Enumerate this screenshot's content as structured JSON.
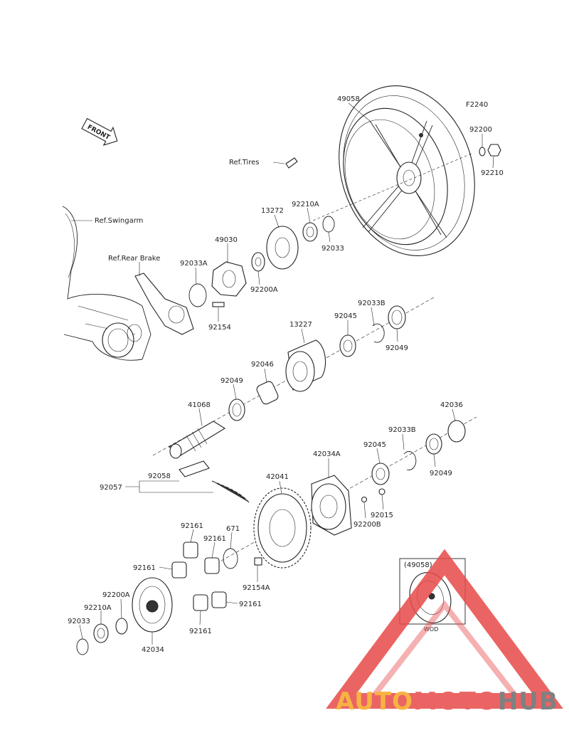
{
  "diagram_id": "F2240",
  "front_label": "FRONT",
  "refs": {
    "tires": "Ref.Tires",
    "swingarm": "Ref.Swingarm",
    "rear_brake": "Ref.Rear Brake"
  },
  "parts": {
    "p49058": "49058",
    "p92200": "92200",
    "p92210": "92210",
    "p13272": "13272",
    "p92210A": "92210A",
    "p92033": "92033",
    "p49030": "49030",
    "p92033A": "92033A",
    "p92200A": "92200A",
    "p92154": "92154",
    "p92033B_top": "92033B",
    "p92045_top": "92045",
    "p13227": "13227",
    "p92049_top": "92049",
    "p92046": "92046",
    "p92049_mid": "92049",
    "p41068": "41068",
    "p42036": "42036",
    "p92033B_mid": "92033B",
    "p92045_mid": "92045",
    "p42034A": "42034A",
    "p92049_right": "92049",
    "p92015": "92015",
    "p92200B": "92200B",
    "p42041": "42041",
    "p92058": "92058",
    "p92057": "92057",
    "p92161_a": "92161",
    "p92161_b": "92161",
    "p671": "671",
    "p92161_c": "92161",
    "p92154A": "92154A",
    "p92161_d": "92161",
    "p92161_e": "92161",
    "p92200A_low": "92200A",
    "p92210A_low": "92210A",
    "p92033_low": "92033",
    "p42034": "42034"
  },
  "inset": {
    "title": "(49058)",
    "caption": "WOD"
  },
  "watermark": {
    "text_a": "AUTO",
    "text_b": "MOTO",
    "text_c": "HUB",
    "color_a": "#f6a623",
    "color_b": "#e84a4a",
    "color_c": "#6b6b6b",
    "triangle_color": "#e84a4a"
  }
}
